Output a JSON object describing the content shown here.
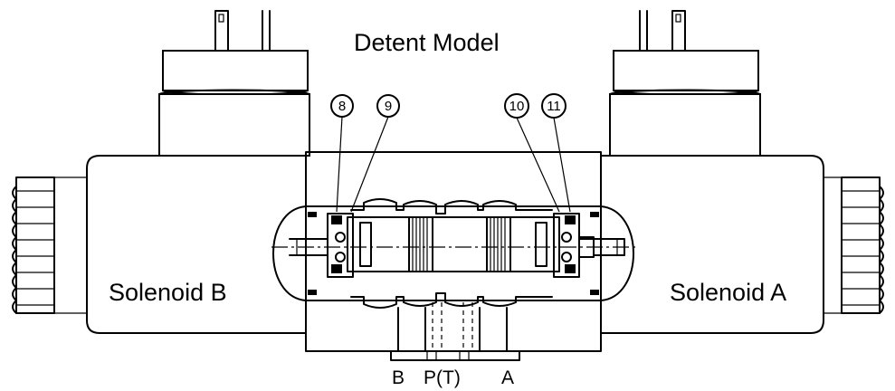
{
  "title": "Detent Model",
  "solenoids": {
    "left": "Solenoid B",
    "right": "Solenoid A"
  },
  "callouts": [
    "8",
    "9",
    "10",
    "11"
  ],
  "ports": [
    "B",
    "P(T)",
    "A"
  ]
}
